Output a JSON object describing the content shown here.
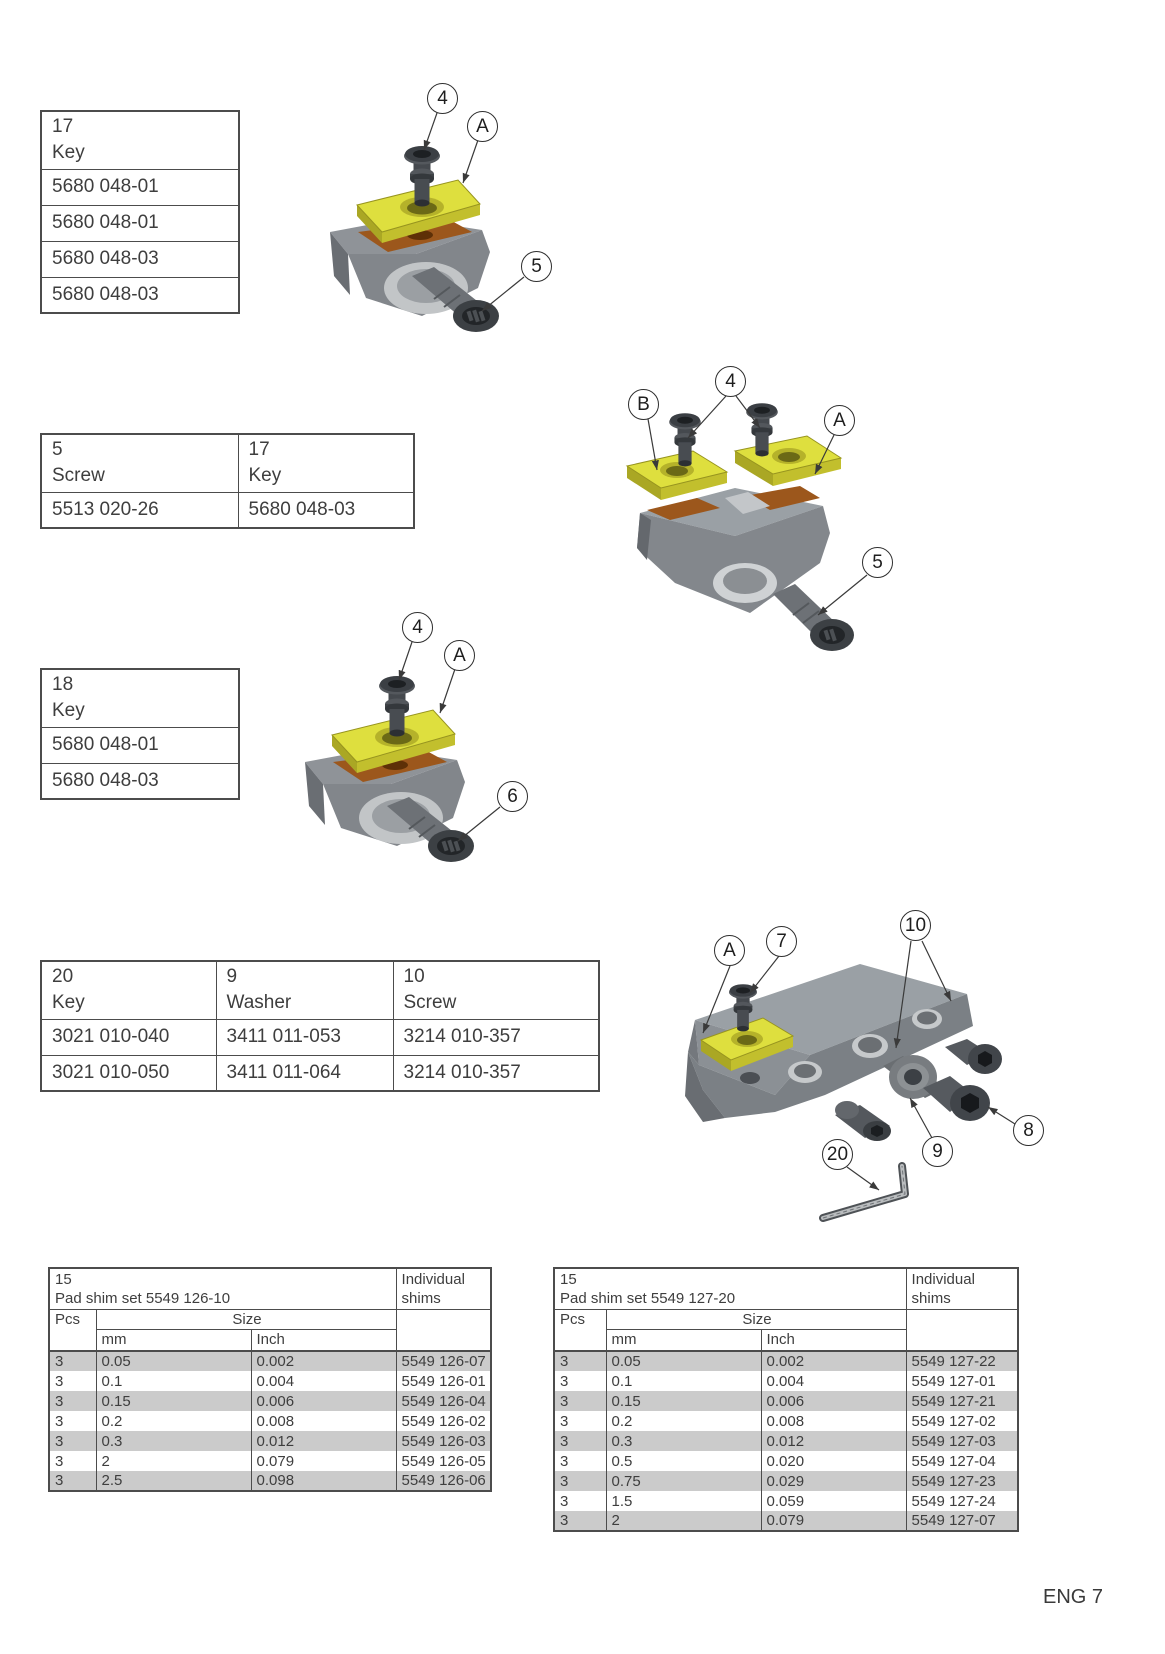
{
  "page": {
    "footer": "ENG 7"
  },
  "colors": {
    "insert_yellow": "#dedf3e",
    "seat_brown": "#9c571c",
    "row_shade": "#cbcbcb"
  },
  "table_key17": {
    "num": "17",
    "label": "Key",
    "rows": [
      "5680 048-01",
      "5680 048-01",
      "5680 048-03",
      "5680 048-03"
    ]
  },
  "table_screw5": {
    "cols": [
      {
        "num": "5",
        "label": "Screw"
      },
      {
        "num": "17",
        "label": "Key"
      }
    ],
    "rows": [
      [
        "5513 020-26",
        "5680 048-03"
      ]
    ]
  },
  "table_key18": {
    "num": "18",
    "label": "Key",
    "rows": [
      "5680 048-01",
      "5680 048-03"
    ]
  },
  "table_key20": {
    "cols": [
      {
        "num": "20",
        "label": "Key"
      },
      {
        "num": "9",
        "label": "Washer"
      },
      {
        "num": "10",
        "label": "Screw"
      }
    ],
    "rows": [
      [
        "3021 010-040",
        "3411 011-053",
        "3214 010-357"
      ],
      [
        "3021 010-050",
        "3411 011-064",
        "3214 010-357"
      ]
    ]
  },
  "shim_left": {
    "num": "15",
    "title": "Pad shim set 5549 126-10",
    "right_header": "Individual shims",
    "pcs": "Pcs",
    "size": "Size",
    "mm": "mm",
    "inch": "Inch",
    "rows": [
      {
        "pcs": "3",
        "mm": "0.05",
        "inch": "0.002",
        "part": "5549 126-07"
      },
      {
        "pcs": "3",
        "mm": "0.1",
        "inch": "0.004",
        "part": "5549 126-01"
      },
      {
        "pcs": "3",
        "mm": "0.15",
        "inch": "0.006",
        "part": "5549 126-04"
      },
      {
        "pcs": "3",
        "mm": "0.2",
        "inch": "0.008",
        "part": "5549 126-02"
      },
      {
        "pcs": "3",
        "mm": "0.3",
        "inch": "0.012",
        "part": "5549 126-03"
      },
      {
        "pcs": "3",
        "mm": "2",
        "inch": "0.079",
        "part": "5549 126-05"
      },
      {
        "pcs": "3",
        "mm": "2.5",
        "inch": "0.098",
        "part": "5549 126-06"
      }
    ]
  },
  "shim_right": {
    "num": "15",
    "title": "Pad shim set 5549 127-20",
    "right_header": "Individual shims",
    "pcs": "Pcs",
    "size": "Size",
    "mm": "mm",
    "inch": "Inch",
    "rows": [
      {
        "pcs": "3",
        "mm": "0.05",
        "inch": "0.002",
        "part": "5549 127-22"
      },
      {
        "pcs": "3",
        "mm": "0.1",
        "inch": "0.004",
        "part": "5549 127-01"
      },
      {
        "pcs": "3",
        "mm": "0.15",
        "inch": "0.006",
        "part": "5549 127-21"
      },
      {
        "pcs": "3",
        "mm": "0.2",
        "inch": "0.008",
        "part": "5549 127-02"
      },
      {
        "pcs": "3",
        "mm": "0.3",
        "inch": "0.012",
        "part": "5549 127-03"
      },
      {
        "pcs": "3",
        "mm": "0.5",
        "inch": "0.020",
        "part": "5549 127-04"
      },
      {
        "pcs": "3",
        "mm": "0.75",
        "inch": "0.029",
        "part": "5549 127-23"
      },
      {
        "pcs": "3",
        "mm": "1.5",
        "inch": "0.059",
        "part": "5549 127-24"
      },
      {
        "pcs": "3",
        "mm": "2",
        "inch": "0.079",
        "part": "5549 127-07"
      }
    ]
  },
  "diagram1": {
    "callouts": [
      "4",
      "A",
      "5"
    ]
  },
  "diagram2": {
    "callouts": [
      "B",
      "4",
      "A",
      "5"
    ]
  },
  "diagram3": {
    "callouts": [
      "4",
      "A",
      "6"
    ]
  },
  "diagram4": {
    "callouts": [
      "A",
      "7",
      "10",
      "8",
      "9",
      "20"
    ]
  }
}
